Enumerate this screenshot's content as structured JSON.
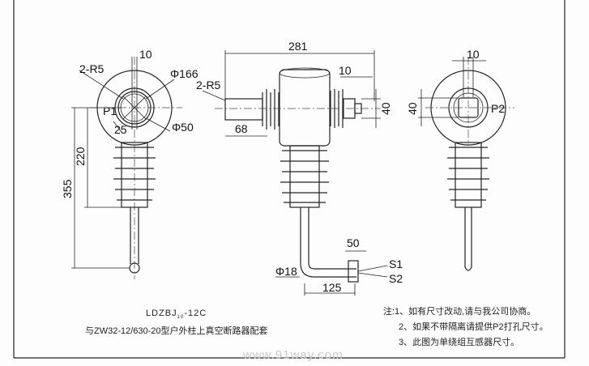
{
  "drawing": {
    "left_view": {
      "dim_top": "10",
      "radius_label": "2-R5",
      "outer_diameter": "Φ166",
      "terminal": "P1",
      "offset": "25",
      "inner_diameter": "Φ50",
      "height_total": "355",
      "height_insulator": "220"
    },
    "front_view": {
      "overall_length": "281",
      "radius_label": "2-R5",
      "terminal_width": "10",
      "terminal_height": "40",
      "stub_length": "68",
      "rod_diameter": "Φ18",
      "rod_offset": "125",
      "lead_length": "50",
      "lead_1": "S1",
      "lead_2": "S2"
    },
    "right_view": {
      "dim_top": "10",
      "terminal_height": "40",
      "terminal": "P2"
    }
  },
  "caption": {
    "model_prefix": "LDZBJ",
    "model_sub": "10",
    "model_suffix": "-12C",
    "subtitle": "与ZW32-12/630-20型户外柱上真空断路器配套"
  },
  "notes": [
    "注:1、如有尺寸改动,请与我公司协商。",
    "2、如果不带隔离请提供P2打孔尺寸。",
    "3、此图为单绕组互感器尺寸。"
  ],
  "watermark": "www.91way.com"
}
